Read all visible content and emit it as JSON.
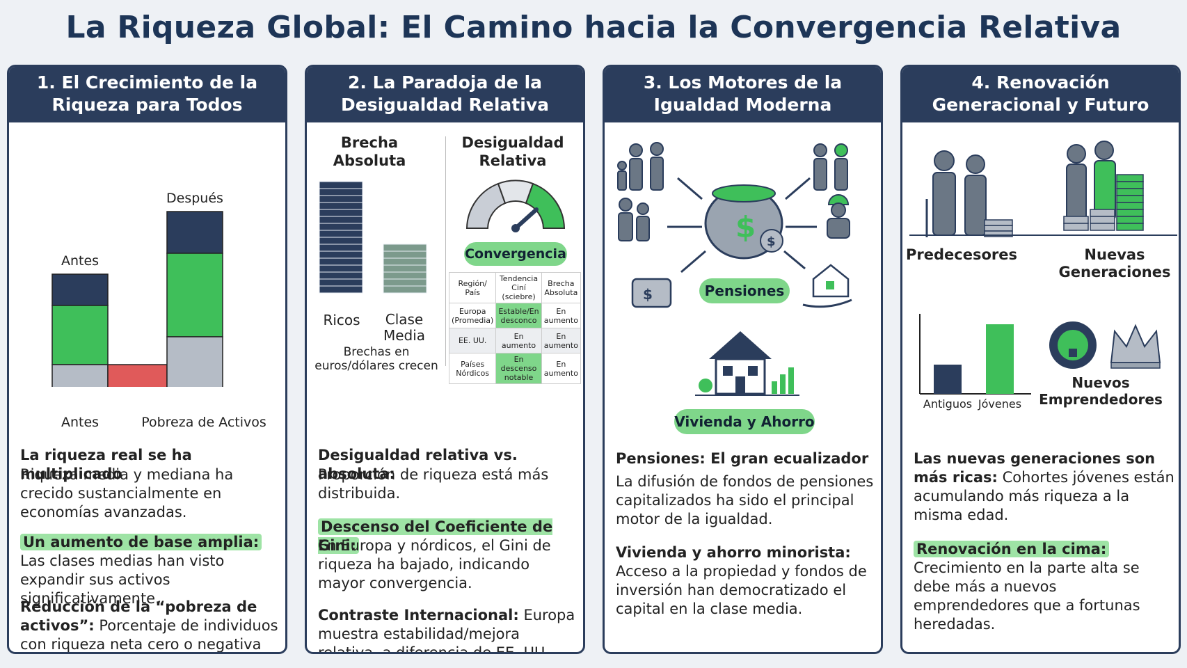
{
  "title": "La Riqueza Global: El Camino hacia la Convergencia Relativa",
  "panels": [
    {
      "heading": [
        "1. El Crecimiento de la",
        "Riqueza para Todos"
      ],
      "chart_labels": {
        "before": "Antes",
        "after": "Después",
        "axis_before": "Antes",
        "axis_poverty": "Pobreza de Activos"
      },
      "p1_title": "La riqueza real se ha multiplicado",
      "p1_text": "Riqueza media y mediana ha crecido sustancialmente en economías avanzadas.",
      "p2_title": "Un aumento de base amplia:",
      "p2_text": " Las clases medias han visto expandir sus activos significativamente.",
      "p3_title": "Reducción de la “pobreza de activos”:",
      "p3_text": " Porcentaje de individuos con riqueza neta cero o negativa ha caído."
    },
    {
      "heading": [
        "2. La Paradoja de la",
        "Desigualdad Relativa"
      ],
      "col_left": [
        "Brecha",
        "Absoluta"
      ],
      "col_right": [
        "Desigualdad",
        "Relativa"
      ],
      "ricos": "Ricos",
      "clase": [
        "Clase",
        "Media"
      ],
      "brechas": [
        "Brechas en",
        "euros/dólares crecen"
      ],
      "convergencia": "Convergencia",
      "table": {
        "headers": [
          "Región/ País",
          "Tendencia Ciní (sciebre)",
          "Brecha Absoluta"
        ],
        "rows": [
          [
            "Europa (Promedia)",
            "Estable/En desconco",
            "En aumento"
          ],
          [
            "EE. UU.",
            "En aumento",
            "En aumento"
          ],
          [
            "Países Nórdicos",
            "En descenso notable",
            "En aumento"
          ]
        ]
      },
      "p1_title": "Desigualdad relativa vs. absoluta:",
      "p1_text": "Proporción de riqueza está más distribuida.",
      "p2_title": "Descenso del Coeficiente de Gini:",
      "p2_text": "En Europa y nórdicos, el Gini de riqueza ha bajado, indicando mayor convergencia.",
      "p3_title": "Contraste Internacional:",
      "p3_text": " Europa muestra estabilidad/mejora relativa, a diferencia de EE. UU."
    },
    {
      "heading": [
        "3. Los Motores de la",
        "Igualdad Moderna"
      ],
      "pensiones": "Pensiones",
      "vivienda": "Vivienda y Ahorro",
      "p1_title": "Pensiones: El gran ecualizador",
      "p1_text": "La difusión de fondos de pensiones capitalizados ha sido el principal motor de la igualdad.",
      "p2_title": "Vivienda y ahorro minorista:",
      "p2_text": "Acceso a la propiedad y fondos de inversión han democratizado el capital en la clase media."
    },
    {
      "heading": [
        "4. Renovación",
        "Generacional y Futuro"
      ],
      "predecesores": "Predecesores",
      "nuevas": [
        "Nuevas",
        "Generaciones"
      ],
      "chart_labels": {
        "old": "Antiguos",
        "young": "Jóvenes"
      },
      "emprendedores": [
        "Nuevos",
        "Emprendedores"
      ],
      "p1_title": "Las nuevas generaciones son más ricas:",
      "p1_text": " Cohortes jóvenes están acumulando más riqueza a la misma edad.",
      "p2_title": "Renovación en la cima:",
      "p2_text": "Crecimiento en la parte alta se debe más a nuevos emprendedores que a fortunas heredadas."
    }
  ],
  "colors": {
    "navy": "#2b3d5c",
    "green": "#3fbf5a",
    "gray": "#b5bcc6",
    "red": "#e05a5a",
    "pill": "#7fd68a"
  }
}
